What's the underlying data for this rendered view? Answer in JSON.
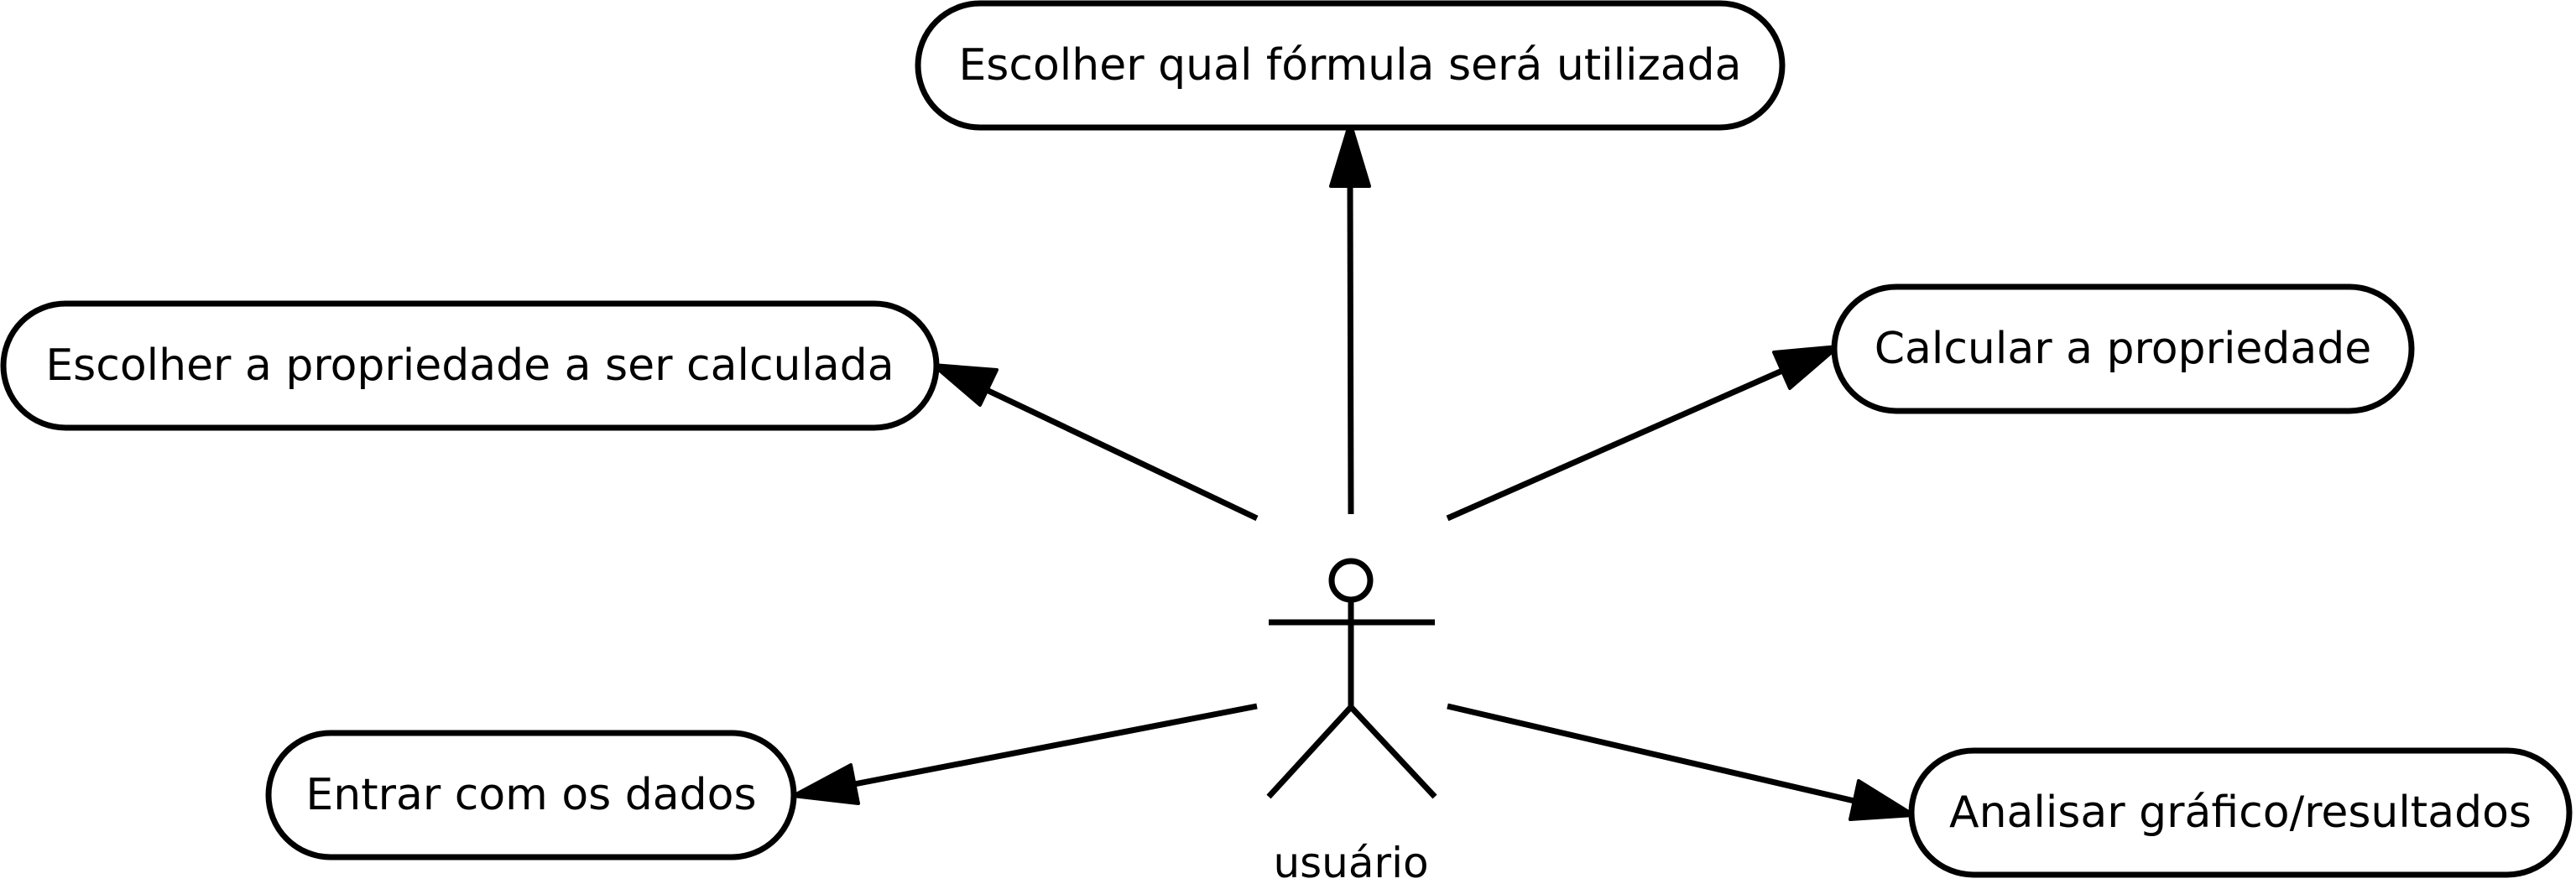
{
  "actor": {
    "label": "usuário",
    "icon": "stick-figure-icon"
  },
  "use_cases": [
    {
      "id": "escolher-formula",
      "label": "Escolher qual fórmula será utilizada"
    },
    {
      "id": "escolher-propriedade",
      "label": "Escolher a propriedade a ser calculada"
    },
    {
      "id": "calcular-propriedade",
      "label": "Calcular a propriedade"
    },
    {
      "id": "entrar-dados",
      "label": "Entrar com os dados"
    },
    {
      "id": "analisar-grafico",
      "label": "Analisar gráfico/resultados"
    }
  ],
  "associations": [
    {
      "from": "actor",
      "to": "escolher-formula",
      "arrow": "filled-triangle"
    },
    {
      "from": "actor",
      "to": "escolher-propriedade",
      "arrow": "filled-triangle"
    },
    {
      "from": "actor",
      "to": "calcular-propriedade",
      "arrow": "filled-triangle"
    },
    {
      "from": "actor",
      "to": "entrar-dados",
      "arrow": "filled-triangle"
    },
    {
      "from": "actor",
      "to": "analisar-grafico",
      "arrow": "filled-triangle"
    }
  ],
  "colors": {
    "stroke": "#000000",
    "background": "#ffffff"
  }
}
